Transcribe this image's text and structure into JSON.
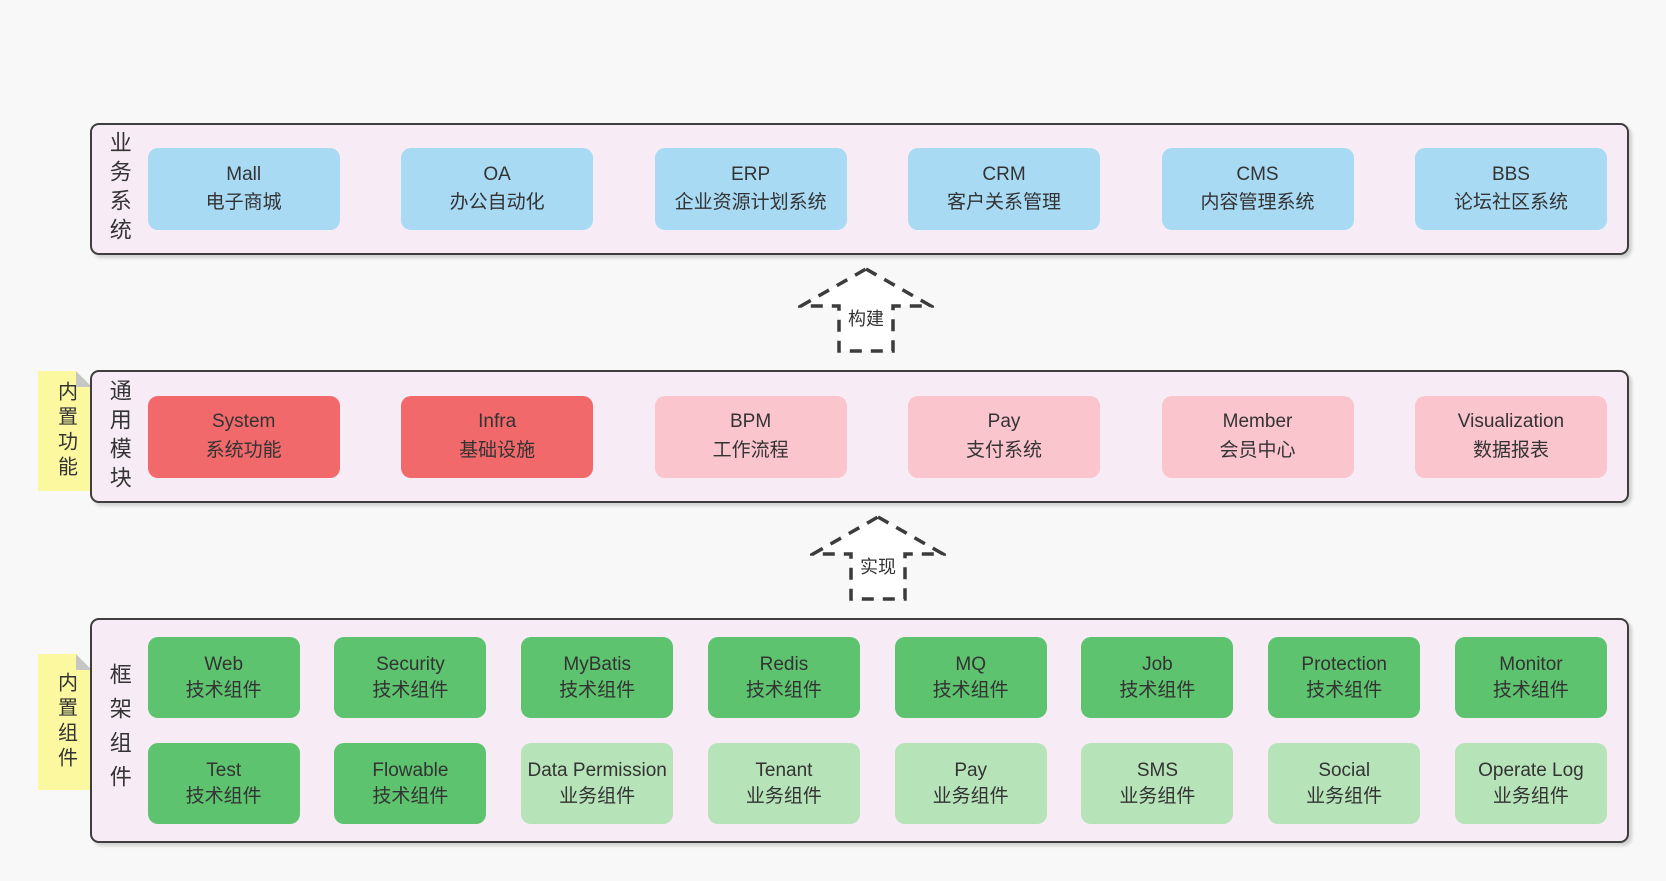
{
  "arrows": [
    {
      "label": "构建"
    },
    {
      "label": "实现"
    }
  ],
  "layers": [
    {
      "side_label": "业务系统",
      "rows": [
        [
          {
            "name": "Mall",
            "desc": "电子商城",
            "variant": "blue"
          },
          {
            "name": "OA",
            "desc": "办公自动化",
            "variant": "blue"
          },
          {
            "name": "ERP",
            "desc": "企业资源计划系统",
            "variant": "blue"
          },
          {
            "name": "CRM",
            "desc": "客户关系管理",
            "variant": "blue"
          },
          {
            "name": "CMS",
            "desc": "内容管理系统",
            "variant": "blue"
          },
          {
            "name": "BBS",
            "desc": "论坛社区系统",
            "variant": "blue"
          }
        ]
      ]
    },
    {
      "side_label": "通用模块",
      "sticky_note": "内置功能",
      "rows": [
        [
          {
            "name": "System",
            "desc": "系统功能",
            "variant": "red"
          },
          {
            "name": "Infra",
            "desc": "基础设施",
            "variant": "red"
          },
          {
            "name": "BPM",
            "desc": "工作流程",
            "variant": "pink"
          },
          {
            "name": "Pay",
            "desc": "支付系统",
            "variant": "pink"
          },
          {
            "name": "Member",
            "desc": "会员中心",
            "variant": "pink"
          },
          {
            "name": "Visualization",
            "desc": "数据报表",
            "variant": "pink"
          }
        ]
      ]
    },
    {
      "side_label": "框架组件",
      "sticky_note": "内置组件",
      "rows": [
        [
          {
            "name": "Web",
            "desc": "技术组件",
            "variant": "green"
          },
          {
            "name": "Security",
            "desc": "技术组件",
            "variant": "green"
          },
          {
            "name": "MyBatis",
            "desc": "技术组件",
            "variant": "green"
          },
          {
            "name": "Redis",
            "desc": "技术组件",
            "variant": "green"
          },
          {
            "name": "MQ",
            "desc": "技术组件",
            "variant": "green"
          },
          {
            "name": "Job",
            "desc": "技术组件",
            "variant": "green"
          },
          {
            "name": "Protection",
            "desc": "技术组件",
            "variant": "green"
          },
          {
            "name": "Monitor",
            "desc": "技术组件",
            "variant": "green"
          }
        ],
        [
          {
            "name": "Test",
            "desc": "技术组件",
            "variant": "green"
          },
          {
            "name": "Flowable",
            "desc": "技术组件",
            "variant": "green"
          },
          {
            "name": "Data Permission",
            "desc": "业务组件",
            "variant": "lightgreen"
          },
          {
            "name": "Tenant",
            "desc": "业务组件",
            "variant": "lightgreen"
          },
          {
            "name": "Pay",
            "desc": "业务组件",
            "variant": "lightgreen"
          },
          {
            "name": "SMS",
            "desc": "业务组件",
            "variant": "lightgreen"
          },
          {
            "name": "Social",
            "desc": "业务组件",
            "variant": "lightgreen"
          },
          {
            "name": "Operate Log",
            "desc": "业务组件",
            "variant": "lightgreen"
          }
        ]
      ]
    }
  ],
  "colors": {
    "page_bg": "#f8f8f8",
    "layer_bg": "#f7ecf5",
    "layer_border": "#3e3e3e",
    "blue": "#a8daf4",
    "red": "#f1696b",
    "pink": "#fac5cd",
    "green": "#5dc36e",
    "lightgreen": "#b6e3b8",
    "note_bg": "#fbf8a0",
    "note_fold": "#c6c6c6",
    "text": "#333333"
  }
}
